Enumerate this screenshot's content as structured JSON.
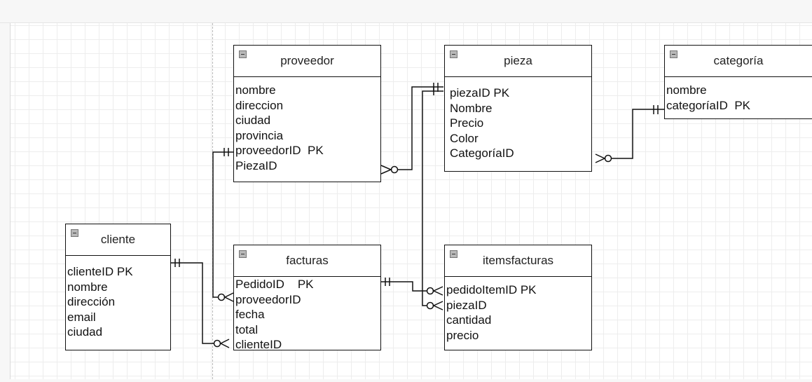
{
  "entities": {
    "proveedor": {
      "title": "proveedor",
      "attrs": [
        "nombre",
        "direccion",
        "ciudad",
        "provincia",
        "proveedorID  PK",
        "PiezaID"
      ]
    },
    "pieza": {
      "title": "pieza",
      "attrs": [
        "piezaID PK",
        "Nombre",
        "Precio",
        "Color",
        "CategoríaID"
      ]
    },
    "categoria": {
      "title": "categoría",
      "attrs": [
        "nombre",
        "categoríaID  PK"
      ]
    },
    "cliente": {
      "title": "cliente",
      "attrs": [
        "clienteID PK",
        "nombre",
        "dirección",
        "email",
        "ciudad"
      ]
    },
    "facturas": {
      "title": "facturas",
      "attrs": [
        "PedidoID    PK",
        "proveedorID",
        "fecha",
        "total",
        "clienteID"
      ]
    },
    "itemsfacturas": {
      "title": "itemsfacturas",
      "attrs": [
        "pedidoItemID PK",
        "piezaID",
        "cantidad",
        "precio"
      ]
    }
  },
  "relationships": [
    {
      "from": "proveedor",
      "from_end": "zero-or-many",
      "to": "pieza",
      "to_end": "one-and-only-one"
    },
    {
      "from": "pieza",
      "from_end": "zero-or-many",
      "to": "categoria",
      "to_end": "one-and-only-one"
    },
    {
      "from": "proveedor",
      "from_end": "one-and-only-one",
      "to": "facturas",
      "to_end": "zero-or-many"
    },
    {
      "from": "cliente",
      "from_end": "one-and-only-one",
      "to": "facturas",
      "to_end": "zero-or-many"
    },
    {
      "from": "facturas",
      "from_end": "one-and-only-one",
      "to": "itemsfacturas",
      "to_end": "zero-or-many"
    },
    {
      "from": "pieza",
      "from_end": "one-and-only-one",
      "to": "itemsfacturas",
      "to_end": "zero-or-many"
    }
  ],
  "colors": {
    "line": "#111111",
    "grid": "#ededed",
    "collapse_icon": "#b8b8b8"
  }
}
